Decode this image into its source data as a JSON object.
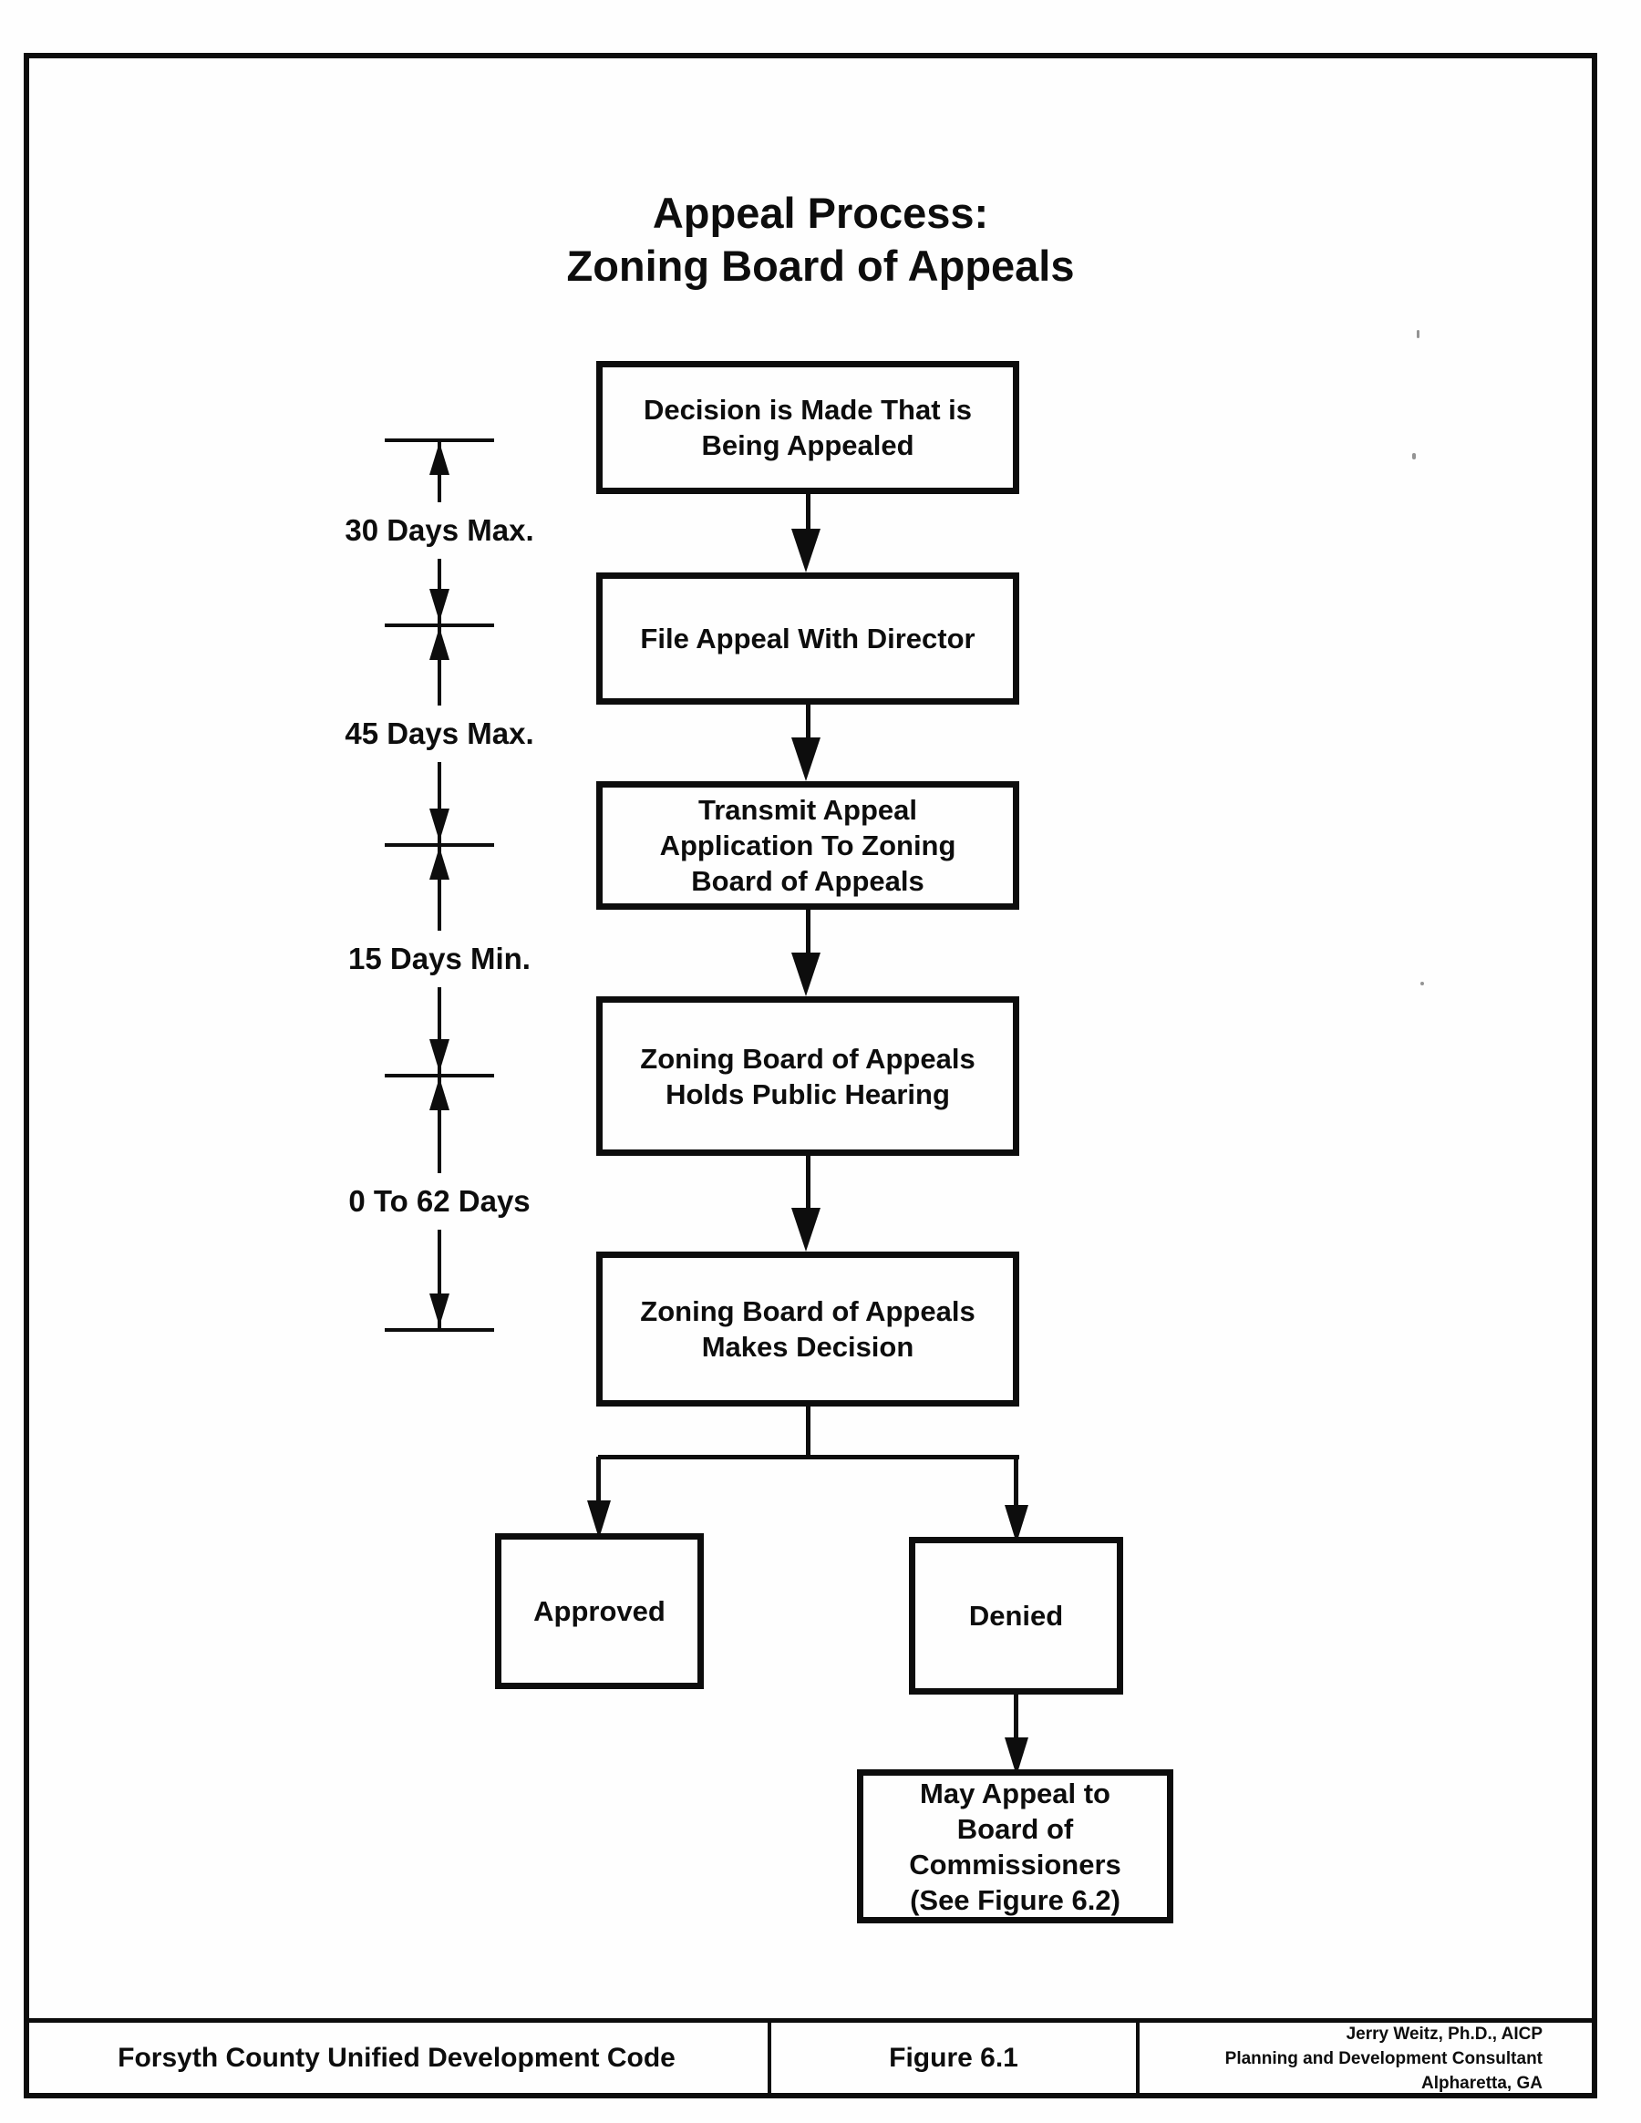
{
  "title": {
    "line1": "Appeal Process:",
    "line2": "Zoning Board of Appeals"
  },
  "boxes": {
    "decision": {
      "label": "Decision is Made That is\nBeing Appealed"
    },
    "file_appeal": {
      "label": "File Appeal With Director"
    },
    "transmit": {
      "label": "Transmit Appeal\nApplication To Zoning\nBoard of Appeals"
    },
    "hearing": {
      "label": "Zoning Board of Appeals\nHolds Public Hearing"
    },
    "makes_decision": {
      "label": "Zoning Board of Appeals\nMakes Decision"
    },
    "approved": {
      "label": "Approved"
    },
    "denied": {
      "label": "Denied"
    },
    "may_appeal": {
      "label": "May Appeal to\nBoard of\nCommissioners\n(See Figure 6.2)"
    }
  },
  "durations": {
    "seg1": "30 Days Max.",
    "seg2": "45 Days Max.",
    "seg3": "15 Days Min.",
    "seg4": "0 To 62 Days"
  },
  "footer": {
    "document_title": "Forsyth County Unified Development Code",
    "figure_number": "Figure 6.1",
    "credit_line1": "Jerry Weitz, Ph.D., AICP",
    "credit_line2": "Planning and Development Consultant",
    "credit_line3": "Alpharetta, GA"
  },
  "colors": {
    "ink": "#0d0d0d",
    "paper": "#fefefe"
  }
}
